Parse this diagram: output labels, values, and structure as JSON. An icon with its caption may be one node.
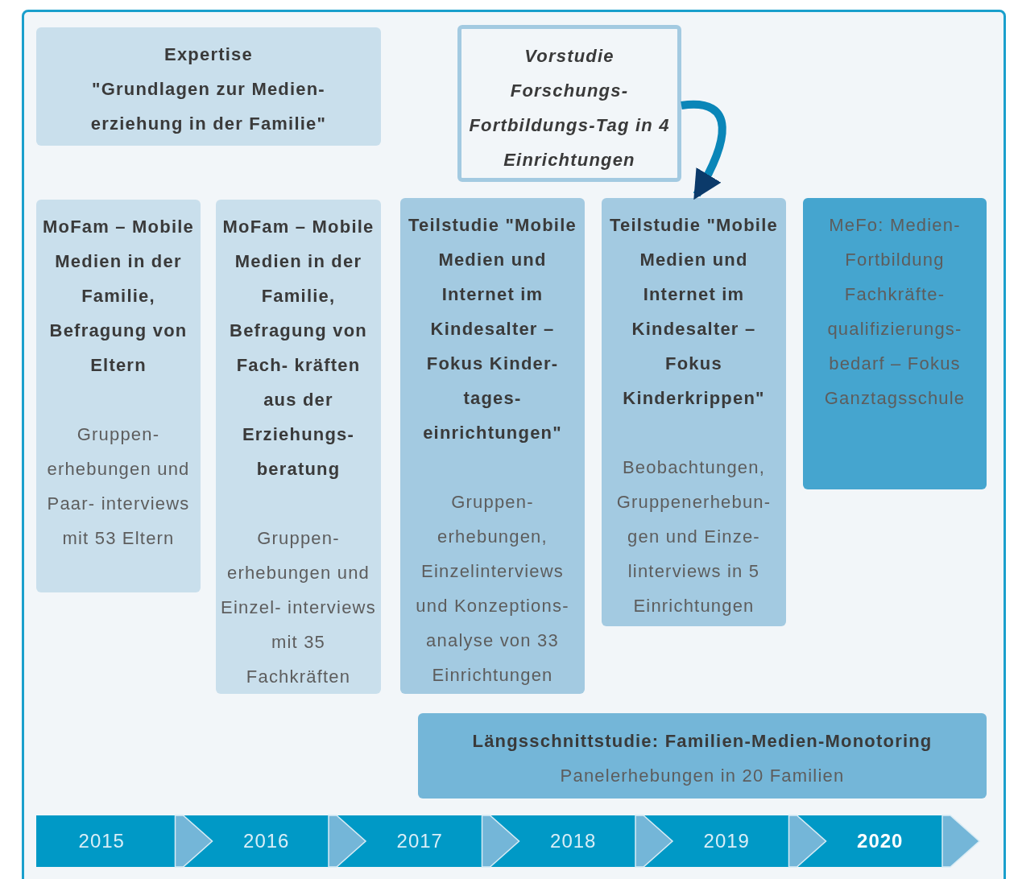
{
  "diagram": {
    "nodes": [
      {
        "text": [
          "Expertise",
          "\"Grundlagen zur Medien- erziehung in der Familie\""
        ]
      },
      {
        "text": [
          "Vorstudie Forschungs- Fortbildungs-Tag in 4 Einrichtungen"
        ]
      },
      {
        "text": [
          "MoFam – Mobile Medien in der Familie, Befragung von Eltern",
          "Gruppen- erhebungen und Paar- interviews mit 53 Eltern"
        ]
      },
      {
        "text": [
          "MoFam – Mobile Medien in der Familie, Befragung von Fach- kräften aus der Erziehungs- beratung",
          "Gruppen- erhebungen und Einzel- interviews mit 35 Fachkräften"
        ]
      },
      {
        "text": [
          "Teilstudie \"Mobile Medien und Internet im Kindesalter – Fokus Kinder- tages- einrichtungen\"",
          "Gruppen- erhebungen, Einzelinterviews und Konzeptions- analyse von 33 Einrichtungen"
        ]
      },
      {
        "text": [
          "Teilstudie \"Mobile Medien und Internet im Kindesalter – Fokus Kinderkrippen\"",
          "Beobachtungen, Gruppenerhebun- gen und Einze- linterviews in 5 Einrichtungen"
        ]
      },
      {
        "text": [
          "MeFo: Medien- Fortbildung Fachkräfte- qualifizierungs- bedarf – Fokus Ganztagsschule"
        ]
      },
      {
        "text": [
          "Längsschnittstudie: Familien-Medien-Monotoring",
          "Panelerhebungen in 20 Familien"
        ]
      }
    ],
    "edges": [
      {
        "from": 1,
        "to": 5,
        "arrow": "to"
      }
    ],
    "labels": [
      "2015",
      "2016",
      "2017",
      "2018",
      "2019",
      "2020"
    ]
  }
}
